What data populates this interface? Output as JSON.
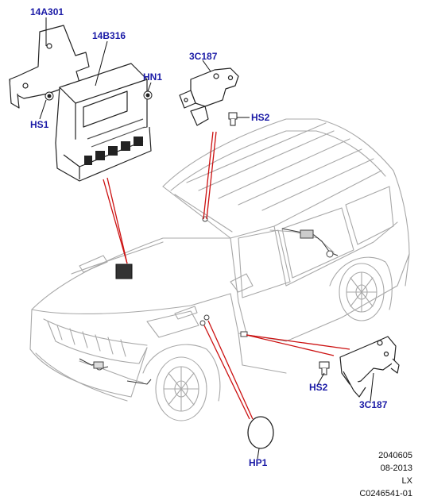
{
  "callouts": {
    "c14A301": "14A301",
    "c14B316": "14B316",
    "cHN1": "HN1",
    "cHS1": "HS1",
    "c3C187_top": "3C187",
    "cHS2_top": "HS2",
    "cHS2_bottom": "HS2",
    "c3C187_bottom": "3C187",
    "cHP1": "HP1"
  },
  "footer": {
    "line1": "2040605",
    "line2": "08-2013",
    "line3": "LX",
    "line4": "C0246541-01"
  },
  "colors": {
    "callout_text": "#1a1aa6",
    "leader_red": "#cc1111",
    "car_outline": "#9a9a9a",
    "part_outline": "#222222"
  }
}
